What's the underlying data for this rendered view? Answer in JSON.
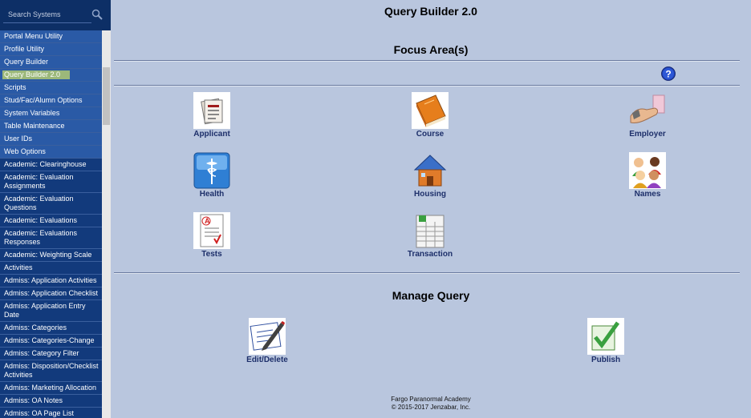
{
  "sidebar": {
    "search_placeholder": "Search Systems",
    "items": [
      {
        "label": "Portal Menu Utility",
        "style": "light"
      },
      {
        "label": "Profile Utility",
        "style": "light"
      },
      {
        "label": "Query Builder",
        "style": "light"
      },
      {
        "label": "Query Builder 2.0",
        "style": "light",
        "highlighted": true
      },
      {
        "label": "Scripts",
        "style": "light"
      },
      {
        "label": "Stud/Fac/Alumn Options",
        "style": "light"
      },
      {
        "label": "System Variables",
        "style": "light"
      },
      {
        "label": "Table Maintenance",
        "style": "light"
      },
      {
        "label": "User IDs",
        "style": "light"
      },
      {
        "label": "Web Options",
        "style": "light"
      },
      {
        "label": "Academic: Clearinghouse",
        "style": "dark"
      },
      {
        "label": "Academic: Evaluation Assignments",
        "style": "dark"
      },
      {
        "label": "Academic: Evaluation Questions",
        "style": "dark"
      },
      {
        "label": "Academic: Evaluations",
        "style": "dark"
      },
      {
        "label": "Academic: Evaluations Responses",
        "style": "dark"
      },
      {
        "label": "Academic: Weighting Scale",
        "style": "dark"
      },
      {
        "label": "Activities",
        "style": "dark"
      },
      {
        "label": "Admiss: Application Activities",
        "style": "dark"
      },
      {
        "label": "Admiss: Application Checklist",
        "style": "dark"
      },
      {
        "label": "Admiss: Application Entry Date",
        "style": "dark"
      },
      {
        "label": "Admiss: Categories",
        "style": "dark"
      },
      {
        "label": "Admiss: Categories-Change",
        "style": "dark"
      },
      {
        "label": "Admiss: Category Filter",
        "style": "dark"
      },
      {
        "label": "Admiss: Disposition/Checklist Activities",
        "style": "dark"
      },
      {
        "label": "Admiss: Marketing Allocation",
        "style": "dark"
      },
      {
        "label": "Admiss: OA Notes",
        "style": "dark"
      },
      {
        "label": "Admiss: OA Page List",
        "style": "dark"
      }
    ]
  },
  "main": {
    "title": "Query Builder 2.0",
    "focus_heading": "Focus Area(s)",
    "focus_items": [
      {
        "label": "Applicant",
        "icon": "applicant-icon"
      },
      {
        "label": "Course",
        "icon": "course-icon"
      },
      {
        "label": "Employer",
        "icon": "employer-icon"
      },
      {
        "label": "Health",
        "icon": "health-icon"
      },
      {
        "label": "Housing",
        "icon": "housing-icon"
      },
      {
        "label": "Names",
        "icon": "names-icon"
      },
      {
        "label": "Tests",
        "icon": "tests-icon"
      },
      {
        "label": "Transaction",
        "icon": "transaction-icon"
      }
    ],
    "manage_heading": "Manage Query",
    "manage_items": [
      {
        "label": "Edit/Delete",
        "icon": "edit-delete-icon"
      },
      {
        "label": "Publish",
        "icon": "publish-icon"
      }
    ],
    "footer_line1": "Fargo Paranormal Academy",
    "footer_line2": "© 2015-2017 Jenzabar, Inc."
  },
  "colors": {
    "background": "#b9c6de",
    "sidebar_dark": "#123a7c",
    "sidebar_light": "#2a5aa6",
    "highlight": "#9cb87a",
    "label_text": "#1d2f6a"
  }
}
